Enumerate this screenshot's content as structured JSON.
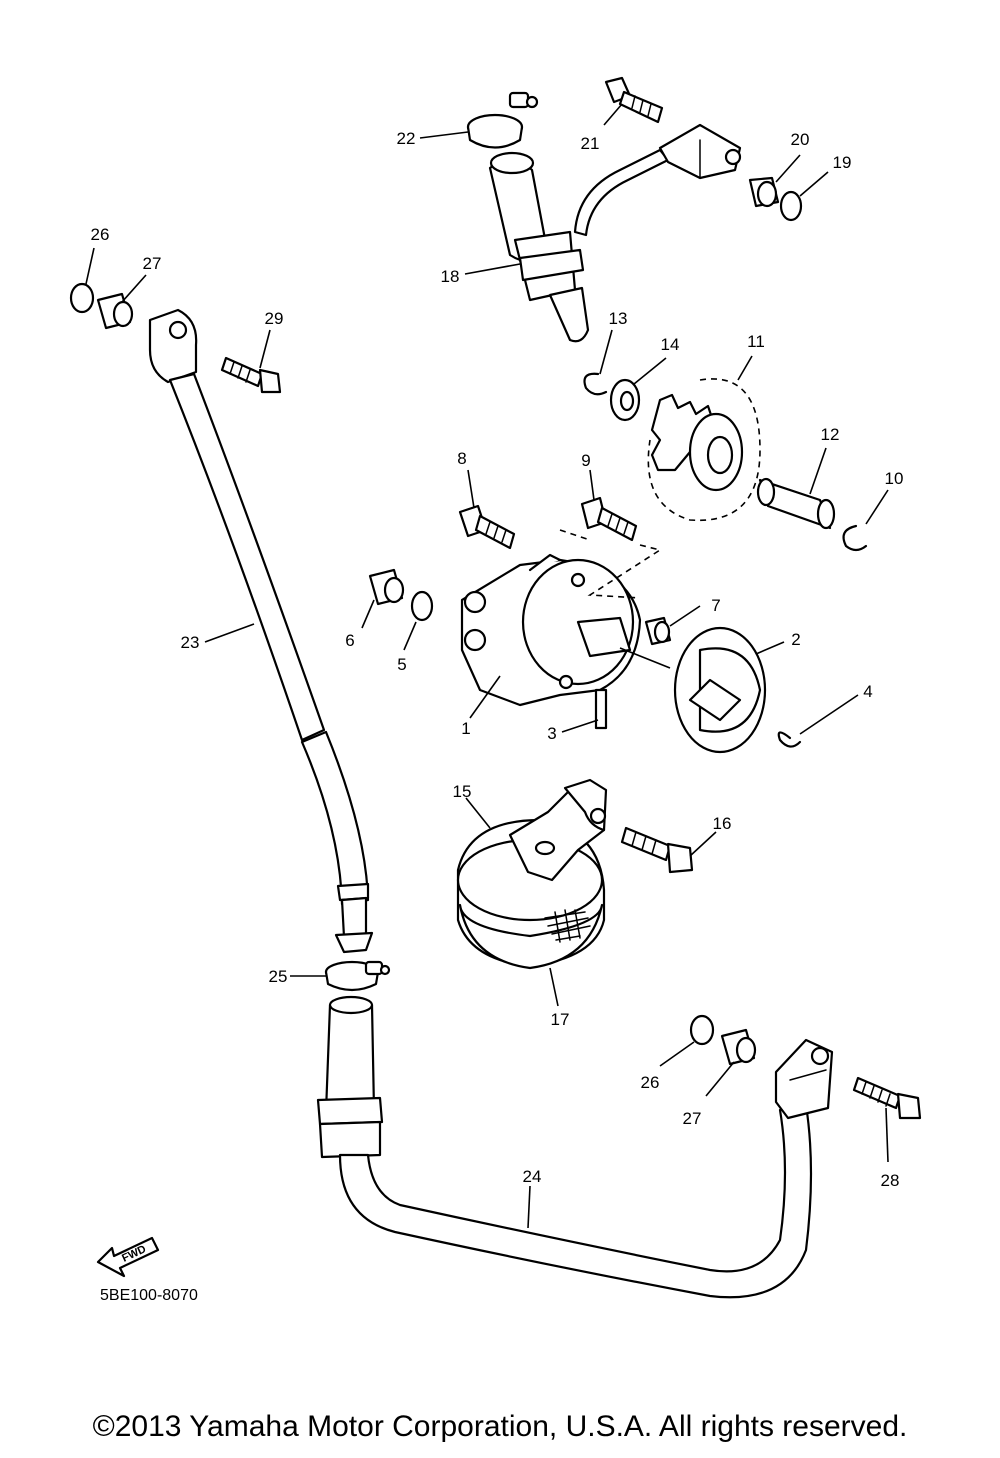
{
  "diagram": {
    "drawing_code": "5BE100-8070",
    "fwd_label": "FWD",
    "callouts": [
      "1",
      "2",
      "3",
      "4",
      "5",
      "6",
      "7",
      "8",
      "9",
      "10",
      "11",
      "12",
      "13",
      "14",
      "15",
      "16",
      "17",
      "18",
      "19",
      "20",
      "21",
      "22",
      "23",
      "24",
      "25",
      "26",
      "27",
      "28",
      "29"
    ],
    "copyright": "©2013 Yamaha Motor Corporation, U.S.A. All rights reserved."
  }
}
